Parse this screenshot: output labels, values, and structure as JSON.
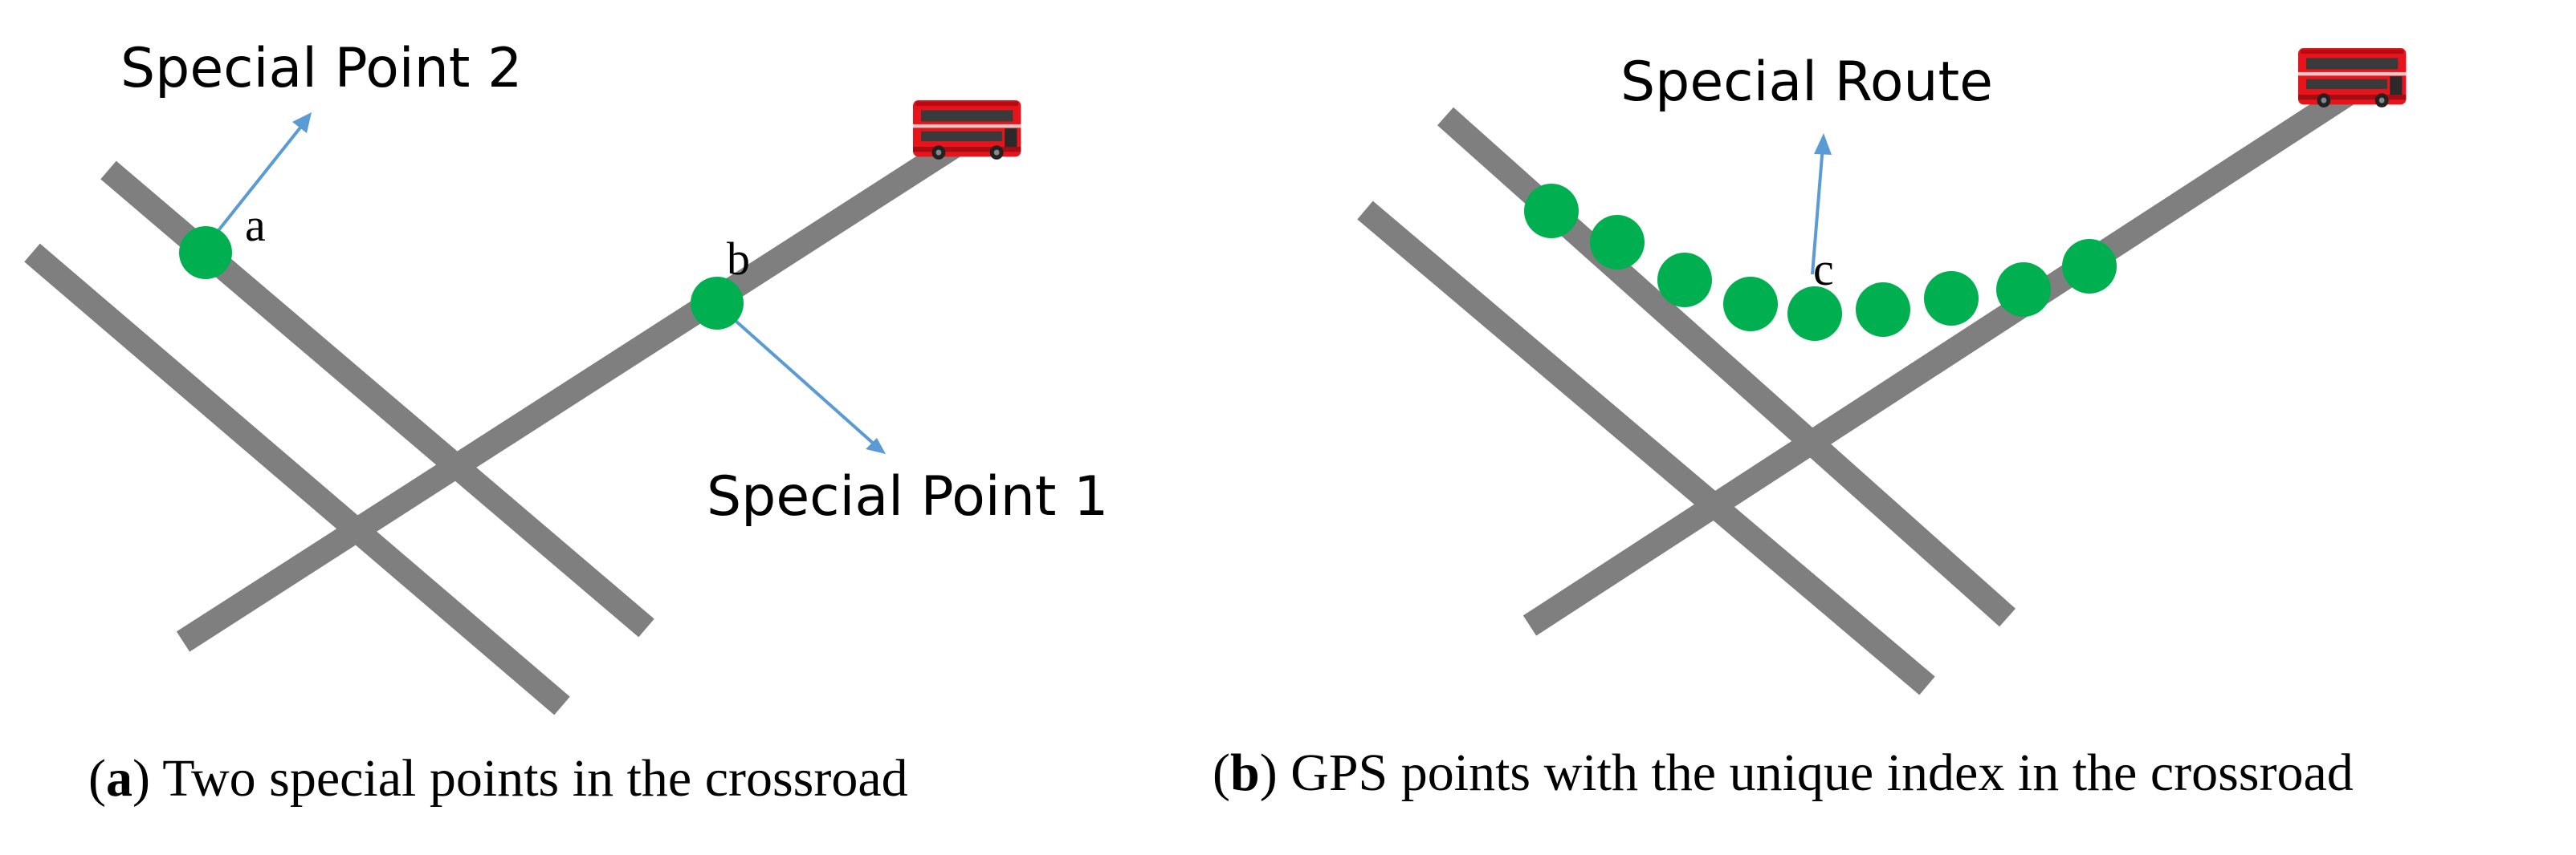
{
  "panel_a": {
    "callouts": {
      "special_point_2": "Special Point 2",
      "special_point_1": "Special Point 1"
    },
    "point_labels": {
      "a": "a",
      "b": "b"
    },
    "caption": {
      "open": "(",
      "letter": "a",
      "close": ")",
      "text": " Two special points in the crossroad"
    }
  },
  "panel_b": {
    "callouts": {
      "special_route": "Special Route"
    },
    "point_labels": {
      "c": "c"
    },
    "caption": {
      "open": "(",
      "letter": "b",
      "close": ")",
      "text": " GPS points with the unique index in the crossroad"
    }
  },
  "colors": {
    "road": "#7f7f7f",
    "gps_point": "#00b050",
    "arrow": "#5b9bd5",
    "bus_body": "#e8141c"
  },
  "icons": {
    "vehicle": "double-decker-bus-icon"
  }
}
